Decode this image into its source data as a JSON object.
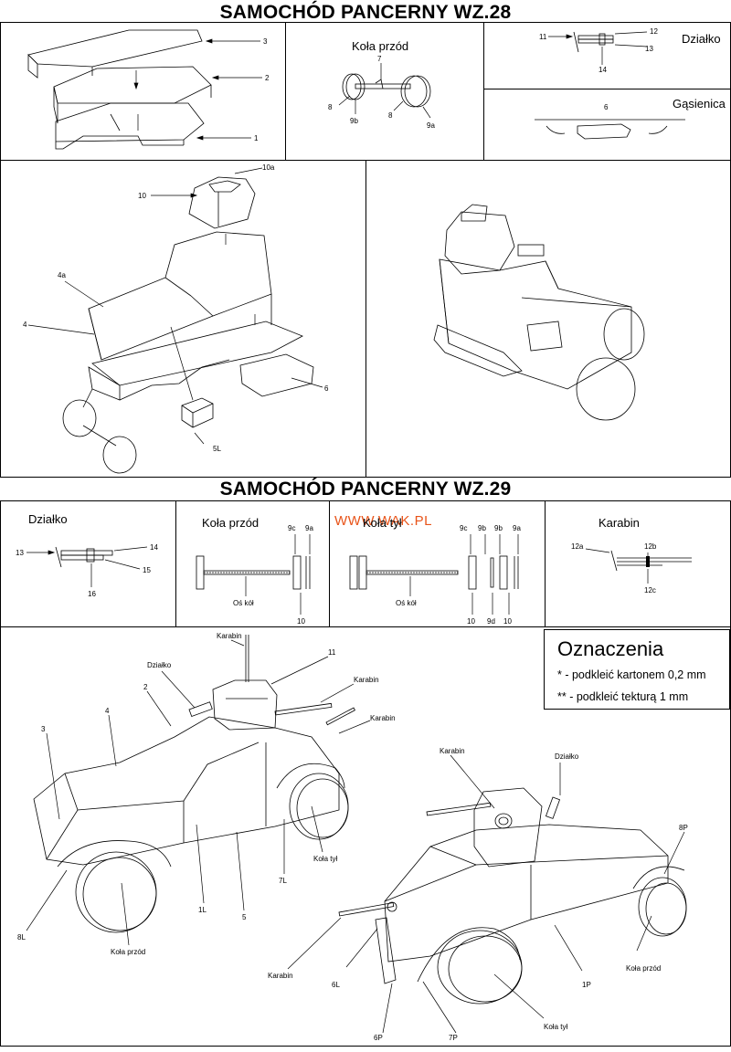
{
  "titles": {
    "wz28": "SAMOCHÓD PANCERNY WZ.28",
    "wz29": "SAMOCHÓD PANCERNY WZ.29"
  },
  "watermark": "WWW.WAK.PL",
  "wz28": {
    "panel_hull_parts": {
      "labels": [
        "3",
        "2",
        "1"
      ]
    },
    "panel_front_wheels": {
      "title": "Koła przód",
      "labels": [
        "7",
        "8",
        "9b",
        "8",
        "9a"
      ]
    },
    "panel_gun": {
      "title": "Działko",
      "labels": [
        "11",
        "12",
        "13",
        "14"
      ]
    },
    "panel_track": {
      "title": "Gąsienica",
      "labels": [
        "6"
      ]
    },
    "panel_exploded": {
      "labels": [
        "10a",
        "10",
        "4a",
        "4",
        "6",
        "5L"
      ]
    }
  },
  "wz29": {
    "panel_gun": {
      "title": "Działko",
      "labels": [
        "13",
        "14",
        "15",
        "16"
      ]
    },
    "panel_front_wheels": {
      "title": "Koła przód",
      "labels": [
        "9c",
        "9a",
        "Oś kół",
        "10"
      ]
    },
    "panel_rear_wheels": {
      "title": "Koła tył",
      "labels": [
        "9c",
        "9b",
        "9b",
        "9a",
        "Oś kół",
        "10",
        "9d",
        "10"
      ]
    },
    "panel_rifle": {
      "title": "Karabin",
      "labels": [
        "12a",
        "12b",
        "12c"
      ]
    },
    "panel_assembly_left": {
      "labels": [
        "Karabin",
        "Działko",
        "11",
        "2",
        "Karabin",
        "4",
        "Karabin",
        "3",
        "Koła tył",
        "7L",
        "1L",
        "5",
        "8L",
        "Koła przód"
      ]
    },
    "panel_assembly_right": {
      "labels": [
        "Karabin",
        "Działko",
        "8P",
        "Koła przód",
        "Karabin",
        "6L",
        "1P",
        "6P",
        "7P",
        "Koła tył"
      ]
    }
  },
  "legend": {
    "title": "Oznaczenia",
    "rows": [
      "* - podkleić kartonem 0,2 mm",
      "** - podkleić tekturą 1 mm"
    ]
  }
}
